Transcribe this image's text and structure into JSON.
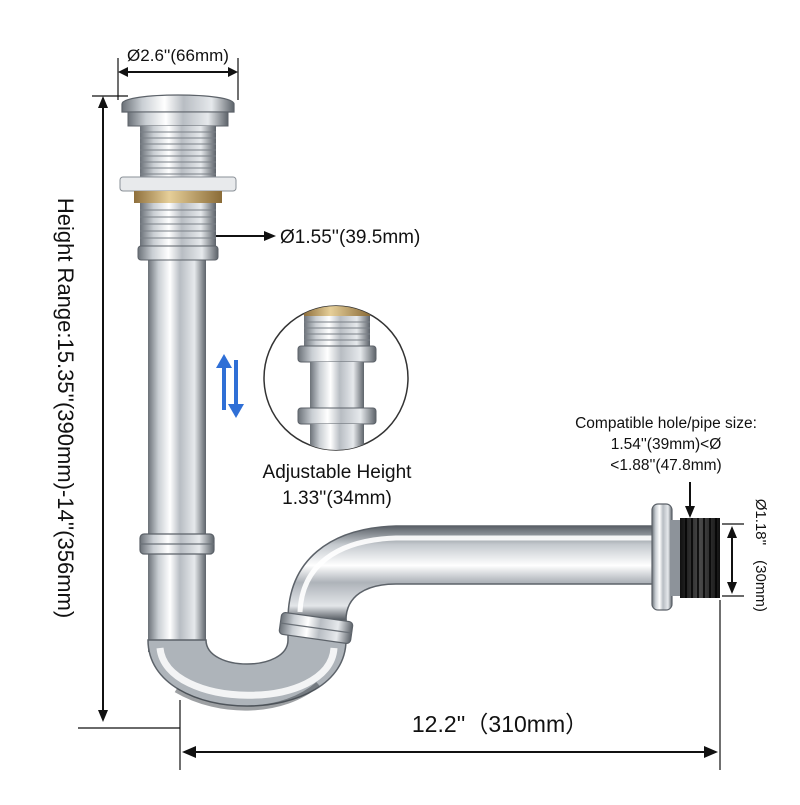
{
  "labels": {
    "top_diameter": "Ø2.6''(66mm)",
    "tube_diameter": "Ø1.55''(39.5mm)",
    "height_range": "Height Range:15.35''(390mm)-14''(356mm)",
    "adjustable_title": "Adjustable Height",
    "adjustable_value": "1.33''(34mm)",
    "compat_line1": "Compatible hole/pipe size:",
    "compat_line2": "1.54''(39mm)<Ø",
    "compat_line3": "<1.88''(47.8mm)",
    "outlet_diameter": "Ø1.18''",
    "outlet_mm": "(30mm)",
    "length": "12.2''（310mm）"
  },
  "colors": {
    "chrome_light": "#f4f6f8",
    "chrome_mid": "#b9bec4",
    "chrome_dark": "#5f656c",
    "brass": "#c9a869",
    "arrow_blue": "#2f6fd6",
    "thread_black": "#1e1e1e"
  }
}
